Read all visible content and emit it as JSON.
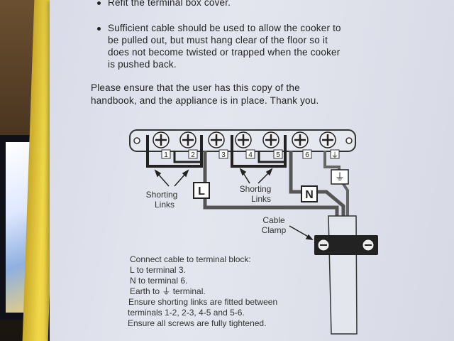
{
  "bullets": [
    {
      "text": "Refit the terminal box cover."
    },
    {
      "text_lines": [
        "Sufficient cable should be used to allow the cooker to",
        "be pulled out, but must hang clear of the floor so it",
        "does not become twisted or trapped when the cooker",
        "is pushed back."
      ]
    }
  ],
  "note_lines": [
    "Please ensure that the user has this copy of the",
    "handbook, and the appliance is in place.  Thank you."
  ],
  "diagram": {
    "terminal_numbers": [
      "1",
      "2",
      "3",
      "4",
      "5",
      "6"
    ],
    "earth_symbol": "⏚",
    "label_L": "L",
    "label_N": "N",
    "shorting_left": [
      "Shorting",
      "Links"
    ],
    "shorting_right": [
      "Shorting",
      "Links"
    ],
    "cable_clamp": [
      "Cable",
      "Clamp"
    ]
  },
  "instructions": [
    "Connect cable to terminal block:",
    "L to terminal 3.",
    "N to terminal 6.",
    "Earth to ⏚ terminal.",
    "Ensure shorting links are fitted between",
    "terminals 1-2, 2-3, 4-5 and 5-6.",
    "Ensure all screws are fully tightened."
  ]
}
